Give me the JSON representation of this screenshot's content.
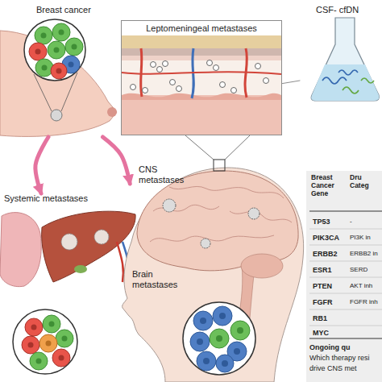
{
  "diagram": {
    "nodes": [
      {
        "text": [
          "Breast cancer"
        ]
      },
      {
        "text": [
          "Leptomeningeal metastases"
        ]
      },
      {
        "text": [
          "CSF- cfDN"
        ]
      },
      {
        "text": [
          "Systemic metastases"
        ]
      },
      {
        "text": [
          "Brain metastases"
        ]
      }
    ],
    "edges": [
      {
        "from": 0,
        "to": 3,
        "arrow": "to"
      },
      {
        "from": 0,
        "to": 4,
        "label": "CNS metastases",
        "arrow": "to"
      },
      {
        "from": 1,
        "to": 2,
        "arrow": "none"
      }
    ],
    "labels": [
      "Breast Cancer Gene",
      "Dru Categ",
      "TP53",
      "-",
      "PIK3CA",
      "PI3K in",
      "ERBB2",
      "ERBB2 in",
      "ESR1",
      "SERD",
      "PTEN",
      "AKT inh",
      "FGFR",
      "FGFR inh",
      "RB1",
      "MYC",
      "Ongoing qu",
      "Which therapy resi",
      "drive CNS met"
    ]
  }
}
